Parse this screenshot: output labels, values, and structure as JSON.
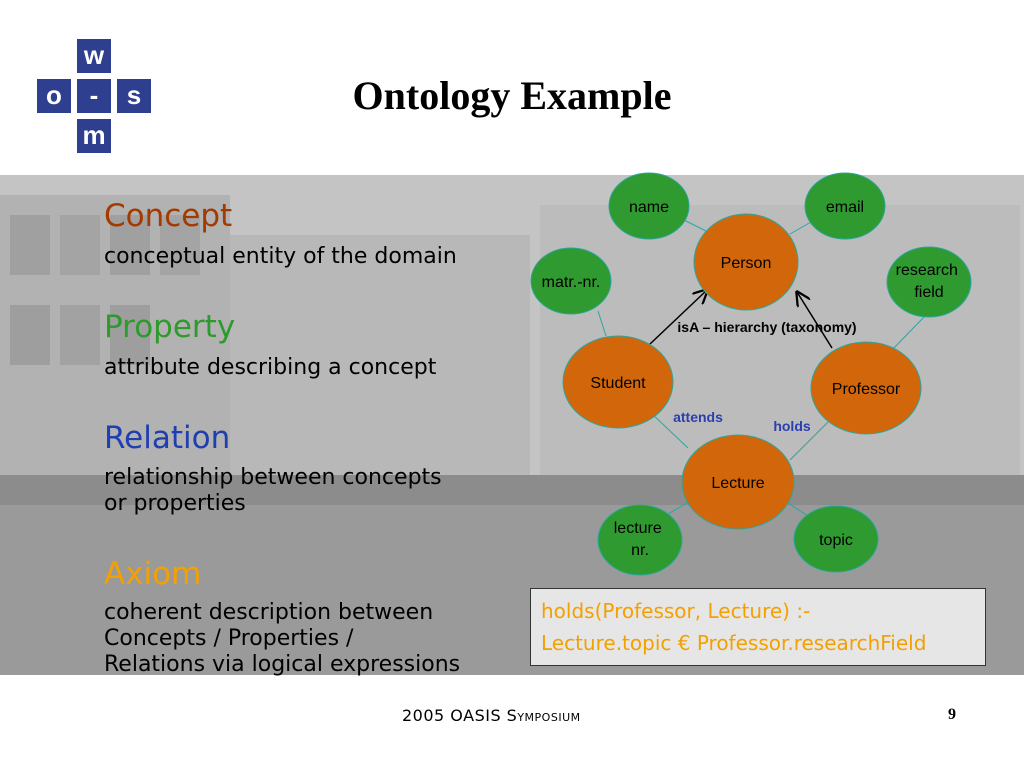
{
  "title": "Ontology Example",
  "logo": {
    "letters": [
      "w",
      "o",
      "s",
      "m"
    ],
    "center_mark": "-"
  },
  "concepts": [
    {
      "term": "Concept",
      "color": "#a33a00",
      "desc": "conceptual entity of the domain"
    },
    {
      "term": "Property",
      "color": "#2e9a2e",
      "desc": "attribute describing a concept"
    },
    {
      "term": "Relation",
      "color": "#1f3fb0",
      "desc": "relationship between concepts\nor properties"
    },
    {
      "term": "Axiom",
      "color": "#f3a000",
      "desc": "coherent description between\nConcepts / Properties /\nRelations via logical expressions"
    }
  ],
  "graph": {
    "node_labels": {
      "person": "Person",
      "student": "Student",
      "professor": "Professor",
      "lecture": "Lecture",
      "name": "name",
      "email": "email",
      "matr": "matr.-nr.",
      "research": "research\nfield",
      "lecture_nr": "lecture\nnr.",
      "topic": "topic"
    },
    "isa_label": "isA – hierarchy (taxonomy)",
    "attends_label": "attends",
    "holds_label": "holds",
    "concept_color": "#d2660a",
    "property_color": "#2f9a2f",
    "relation_label_color": "#2a3fb0"
  },
  "axiom_box": {
    "line1": "holds(Professor, Lecture) :-",
    "line2": "Lecture.topic € Professor.researchField"
  },
  "footer": "2005 OASIS Symposium",
  "page_number": "9"
}
